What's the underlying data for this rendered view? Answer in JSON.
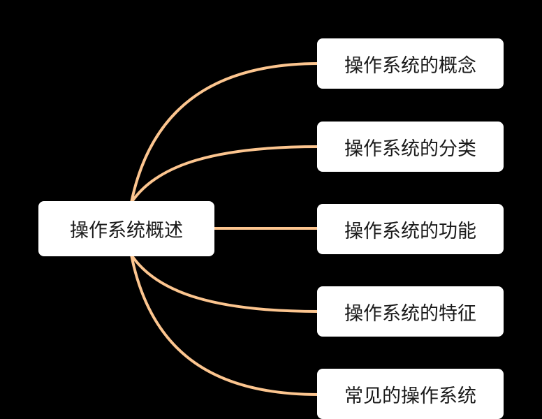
{
  "mindmap": {
    "root": {
      "label": "操作系统概述"
    },
    "branches": [
      {
        "label": "操作系统的概念"
      },
      {
        "label": "操作系统的分类"
      },
      {
        "label": "操作系统的功能"
      },
      {
        "label": "操作系统的特征"
      },
      {
        "label": "常见的操作系统"
      }
    ]
  },
  "colors": {
    "background": "#000000",
    "node_fill": "#ffffff",
    "connector": "#fcc58f",
    "text": "#1a1a1a"
  }
}
